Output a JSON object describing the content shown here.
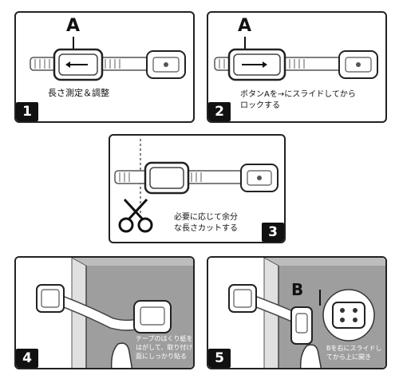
{
  "panels": [
    {
      "number": "1",
      "label": "A",
      "caption": "長さ測定＆調整"
    },
    {
      "number": "2",
      "label": "A",
      "caption": "ボタンAを→にスライドしてから\nロックする"
    },
    {
      "number": "3",
      "caption": "必要に応じて余分\nな長さカットする"
    },
    {
      "number": "4",
      "caption": "テープのはくり紙を\nはがして、取り付け\n面にしっかり貼る"
    },
    {
      "number": "5",
      "label": "B",
      "caption": "Bを右にスライドし\nてから上に開き"
    }
  ]
}
